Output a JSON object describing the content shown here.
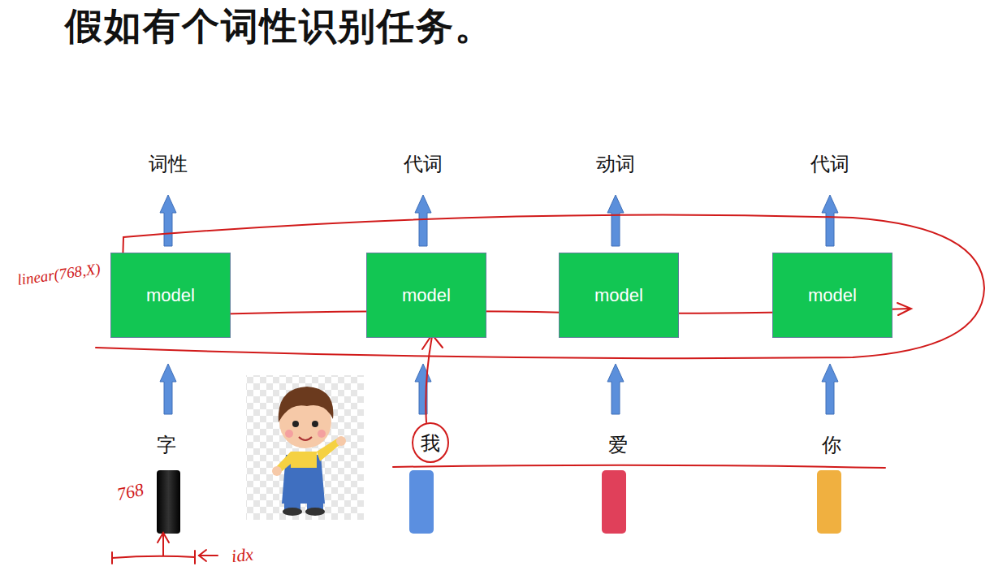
{
  "diagram": {
    "title": "假如有个词性识别任务。",
    "nodes": [
      {
        "text": [
          "model"
        ]
      },
      {
        "text": [
          "model"
        ]
      },
      {
        "text": [
          "model"
        ]
      },
      {
        "text": [
          "model"
        ]
      }
    ],
    "labels": [
      "词性",
      "代词",
      "动词",
      "代词",
      "字",
      "我",
      "爱",
      "你",
      "linear(768,X)",
      "768",
      "idx"
    ]
  }
}
